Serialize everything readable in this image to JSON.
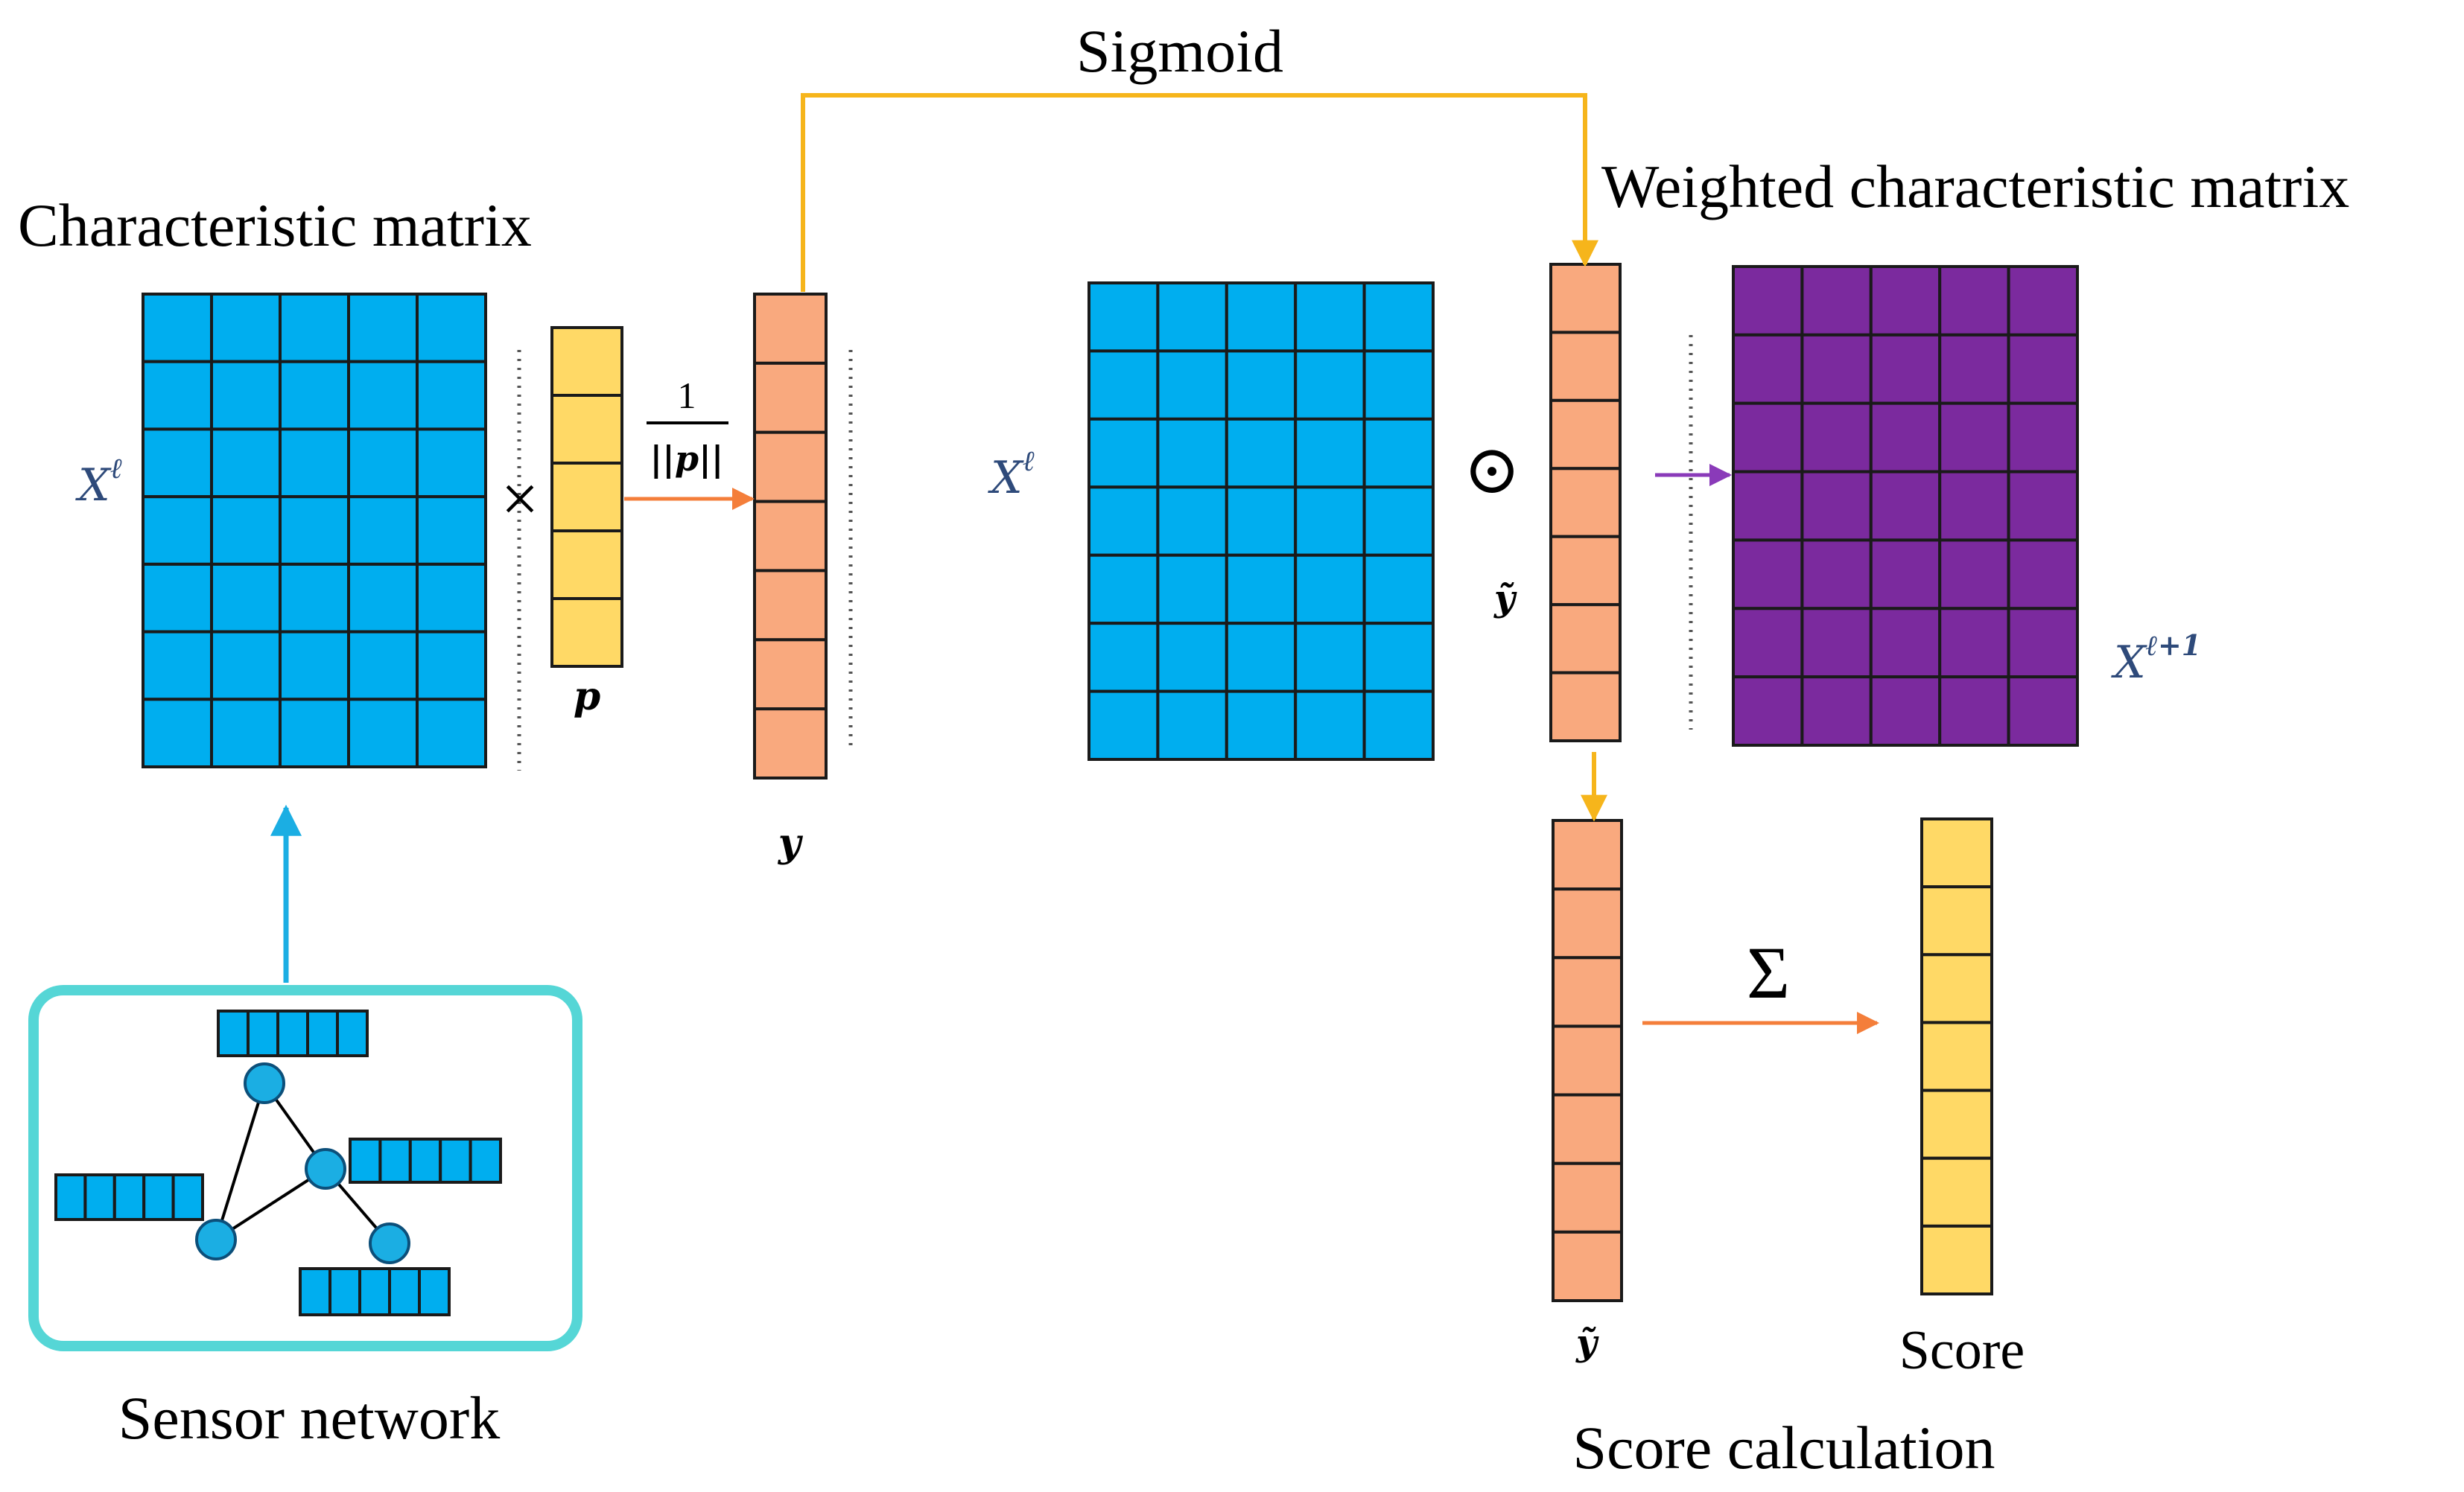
{
  "labels": {
    "sigmoid": "Sigmoid",
    "characteristic_matrix": "Characteristic matrix",
    "weighted_characteristic_matrix": "Weighted characteristic matrix",
    "sensor_network": "Sensor network",
    "score_calculation": "Score calculation",
    "score": "Score"
  },
  "math": {
    "x_base": "X",
    "x_sup_l": "ℓ",
    "x_sup_l1": "ℓ+1",
    "p": "p",
    "y": "y",
    "y_tilde": "ỹ",
    "frac_num": "1",
    "frac_den": "||p||",
    "times": "×",
    "odot": "⊙",
    "sigma": "Σ"
  },
  "colors": {
    "blue": "#00AEEF",
    "purple": "#7B2A9E",
    "orange": "#F9A97E",
    "yellow": "#FFD966",
    "teal": "#55D6D6",
    "arrow_orange": "#F47E3A",
    "arrow_gold": "#F6B51B",
    "arrow_blue": "#1BAEE3",
    "arrow_purple": "#8A3AB9"
  }
}
